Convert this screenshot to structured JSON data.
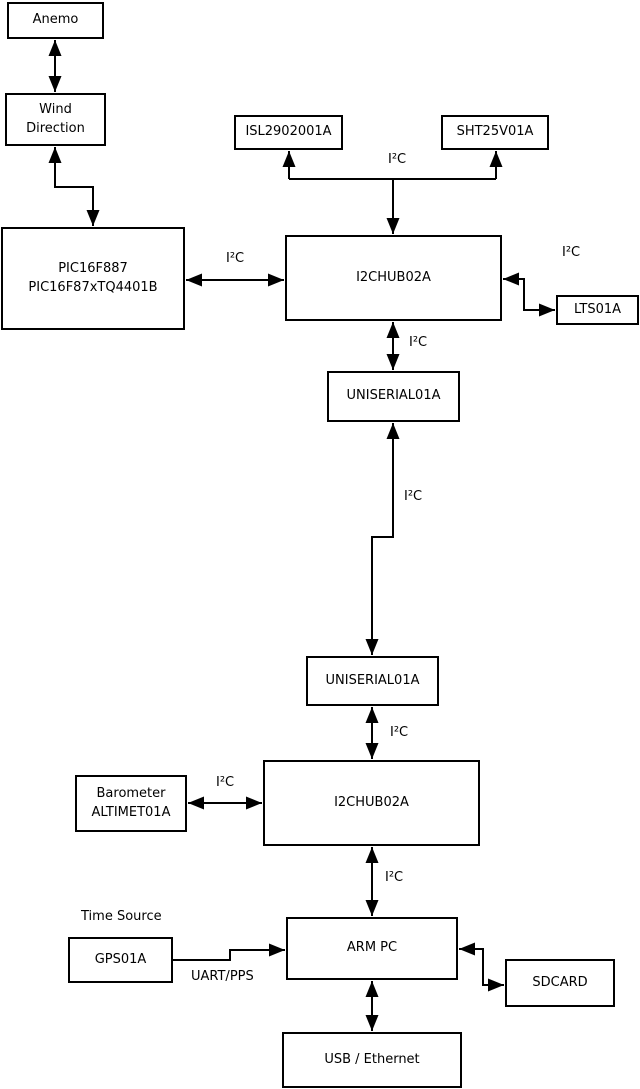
{
  "canvas": {
    "background": "#ffffff",
    "stroke_color": "#000000"
  },
  "blocks": {
    "anemo": {
      "label": "Anemo"
    },
    "wind": {
      "lines": [
        "Wind",
        "Direction"
      ]
    },
    "pic": {
      "lines": [
        "PIC16F887",
        "PIC16F87xTQ4401B"
      ]
    },
    "isl": {
      "label": "ISL2902001A"
    },
    "sht": {
      "label": "SHT25V01A"
    },
    "hub1": {
      "label": "I2CHUB02A"
    },
    "lts": {
      "label": "LTS01A"
    },
    "uniserial1": {
      "label": "UNISERIAL01A"
    },
    "uniserial2": {
      "label": "UNISERIAL01A"
    },
    "hub2": {
      "label": "I2CHUB02A"
    },
    "barometer": {
      "lines": [
        "Barometer",
        "ALTIMET01A"
      ]
    },
    "gps": {
      "label": "GPS01A"
    },
    "armpc": {
      "label": "ARM PC"
    },
    "sdcard": {
      "label": "SDCARD"
    },
    "usb": {
      "label": "USB / Ethernet"
    }
  },
  "labels": {
    "i2c_pic_hub1": "I²C",
    "i2c_bus": "I²C",
    "i2c_lts": "I²C",
    "i2c_hub1_uniserial1": "I²C",
    "i2c_uniserial_link": "I²C",
    "i2c_uniserial2_hub2": "I²C",
    "i2c_barometer": "I²C",
    "i2c_hub2_armpc": "I²C",
    "time_source": "Time Source",
    "uart_pps": "UART/PPS"
  },
  "edges": [
    {
      "from": "anemo",
      "to": "wind",
      "arrows": "both",
      "label": ""
    },
    {
      "from": "wind",
      "to": "pic",
      "arrows": "both",
      "label": ""
    },
    {
      "from": "pic",
      "to": "hub1",
      "arrows": "both",
      "label": "I²C"
    },
    {
      "from": "hub1",
      "to": "isl",
      "arrows": "both",
      "label": "I²C"
    },
    {
      "from": "hub1",
      "to": "sht",
      "arrows": "both",
      "label": "I²C"
    },
    {
      "from": "hub1",
      "to": "lts",
      "arrows": "both",
      "label": "I²C"
    },
    {
      "from": "hub1",
      "to": "uniserial1",
      "arrows": "both",
      "label": "I²C"
    },
    {
      "from": "uniserial1",
      "to": "uniserial2",
      "arrows": "both",
      "label": "I²C"
    },
    {
      "from": "uniserial2",
      "to": "hub2",
      "arrows": "both",
      "label": "I²C"
    },
    {
      "from": "barometer",
      "to": "hub2",
      "arrows": "both",
      "label": "I²C"
    },
    {
      "from": "hub2",
      "to": "armpc",
      "arrows": "both",
      "label": "I²C"
    },
    {
      "from": "gps",
      "to": "armpc",
      "arrows": "to",
      "label": "UART/PPS"
    },
    {
      "from": "armpc",
      "to": "sdcard",
      "arrows": "both",
      "label": ""
    },
    {
      "from": "armpc",
      "to": "usb",
      "arrows": "both",
      "label": ""
    }
  ]
}
